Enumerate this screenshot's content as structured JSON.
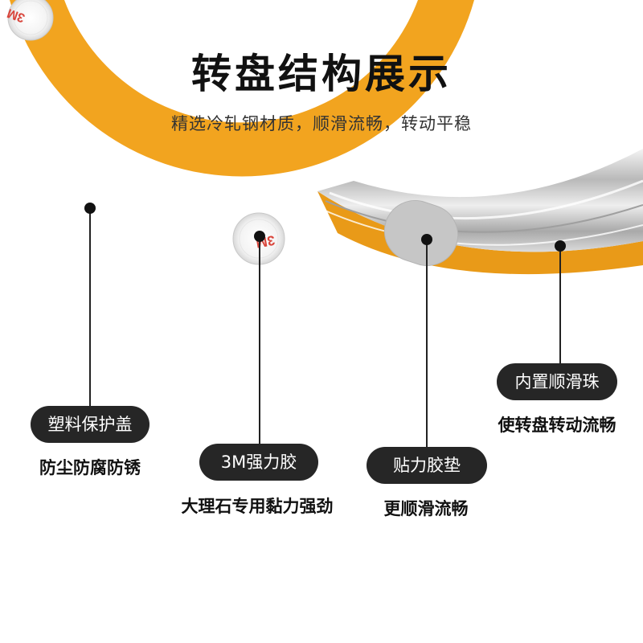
{
  "title": "转盘结构展示",
  "subtitle": "精选冷轧钢材质，顺滑流畅，转动平稳",
  "sticker_text": "3M",
  "callouts": [
    {
      "label": "塑料保护盖",
      "description": "防尘防腐防锈"
    },
    {
      "label": "3M强力胶",
      "description": "大理石专用黏力强劲"
    },
    {
      "label": "贴力胶垫",
      "description": "更顺滑流畅"
    },
    {
      "label": "内置顺滑珠",
      "description": "使转盘转动流畅"
    }
  ],
  "colors": {
    "ring_orange": "#F2A41F",
    "metal": "#D2D2D2",
    "pill_bg": "#262626",
    "text": "#111111"
  }
}
